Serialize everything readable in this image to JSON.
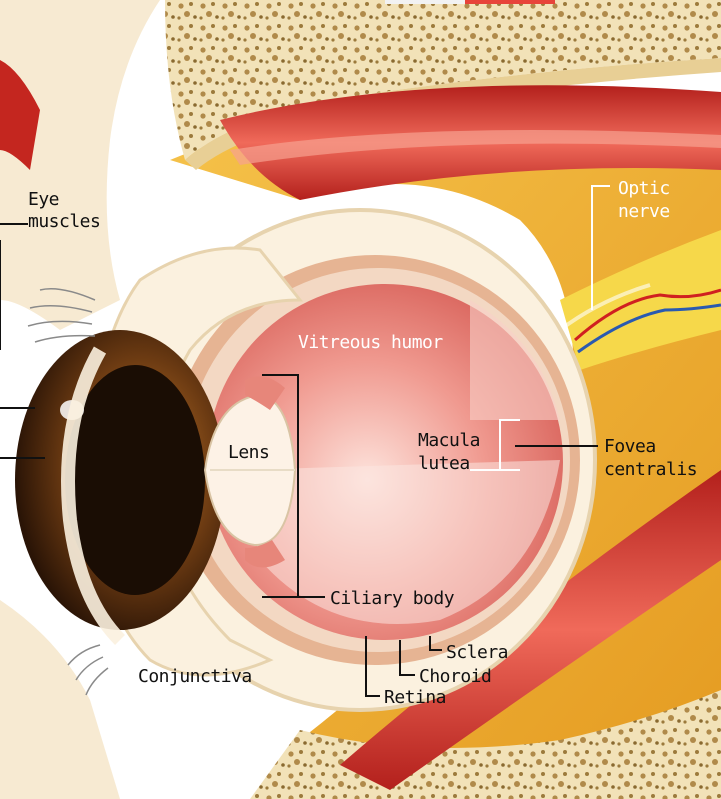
{
  "labels": {
    "eye_muscles_1": "Eye",
    "eye_muscles_2": "muscles",
    "optic_nerve_1": "Optic",
    "optic_nerve_2": "nerve",
    "vitreous_humor": "Vitreous humor",
    "lens": "Lens",
    "macula_lutea_1": "Macula",
    "macula_lutea_2": "lutea",
    "fovea_centralis_1": "Fovea",
    "fovea_centralis_2": "centralis",
    "ciliary_body": "Ciliary body",
    "sclera": "Sclera",
    "choroid": "Choroid",
    "retina": "Retina",
    "conjunctiva": "Conjunctiva"
  },
  "colors": {
    "bone": "#f2e2b8",
    "bone_pores": "#b08a4a",
    "fat": "#f0b83a",
    "muscle": "#d8332c",
    "muscle_highlight": "#f27a6a",
    "sclera": "#fbf1df",
    "vitreous": "#ef8f86",
    "iris": "#6b3a12",
    "optic_nerve": "#f6d84a",
    "label_text": "#111111"
  }
}
